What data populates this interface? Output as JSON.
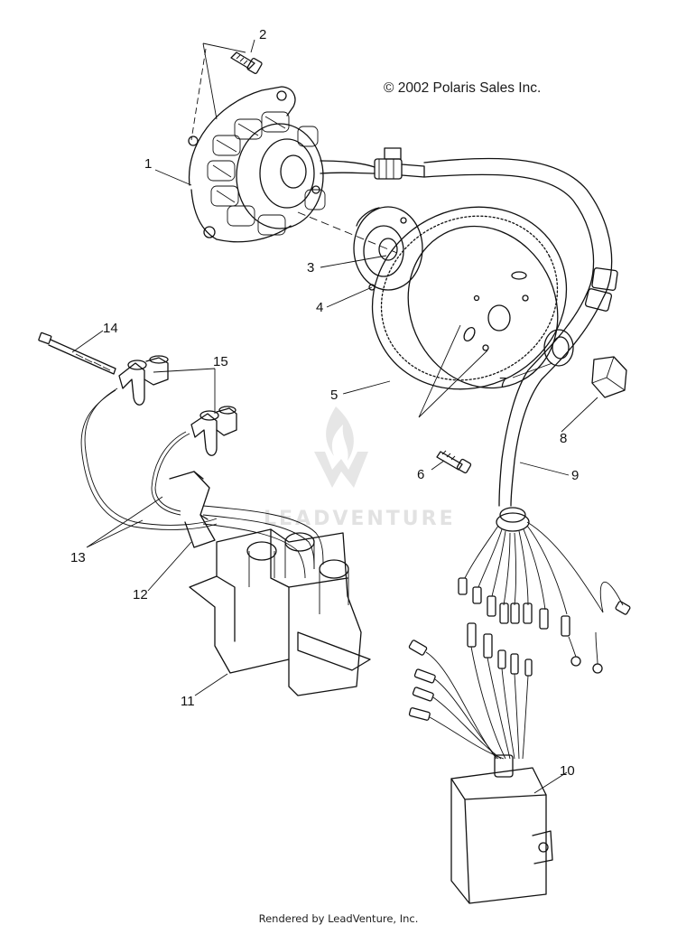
{
  "copyright": "© 2002 Polaris Sales Inc.",
  "watermark": "LEADVENTURE",
  "footer": "Rendered by LeadVenture, Inc.",
  "callouts": {
    "c1": "1",
    "c2": "2",
    "c3": "3",
    "c4": "4",
    "c5": "5",
    "c6": "6",
    "c7": "7",
    "c8": "8",
    "c9": "9",
    "c10": "10",
    "c11": "11",
    "c12": "12",
    "c13": "13",
    "c14": "14",
    "c15": "15"
  }
}
